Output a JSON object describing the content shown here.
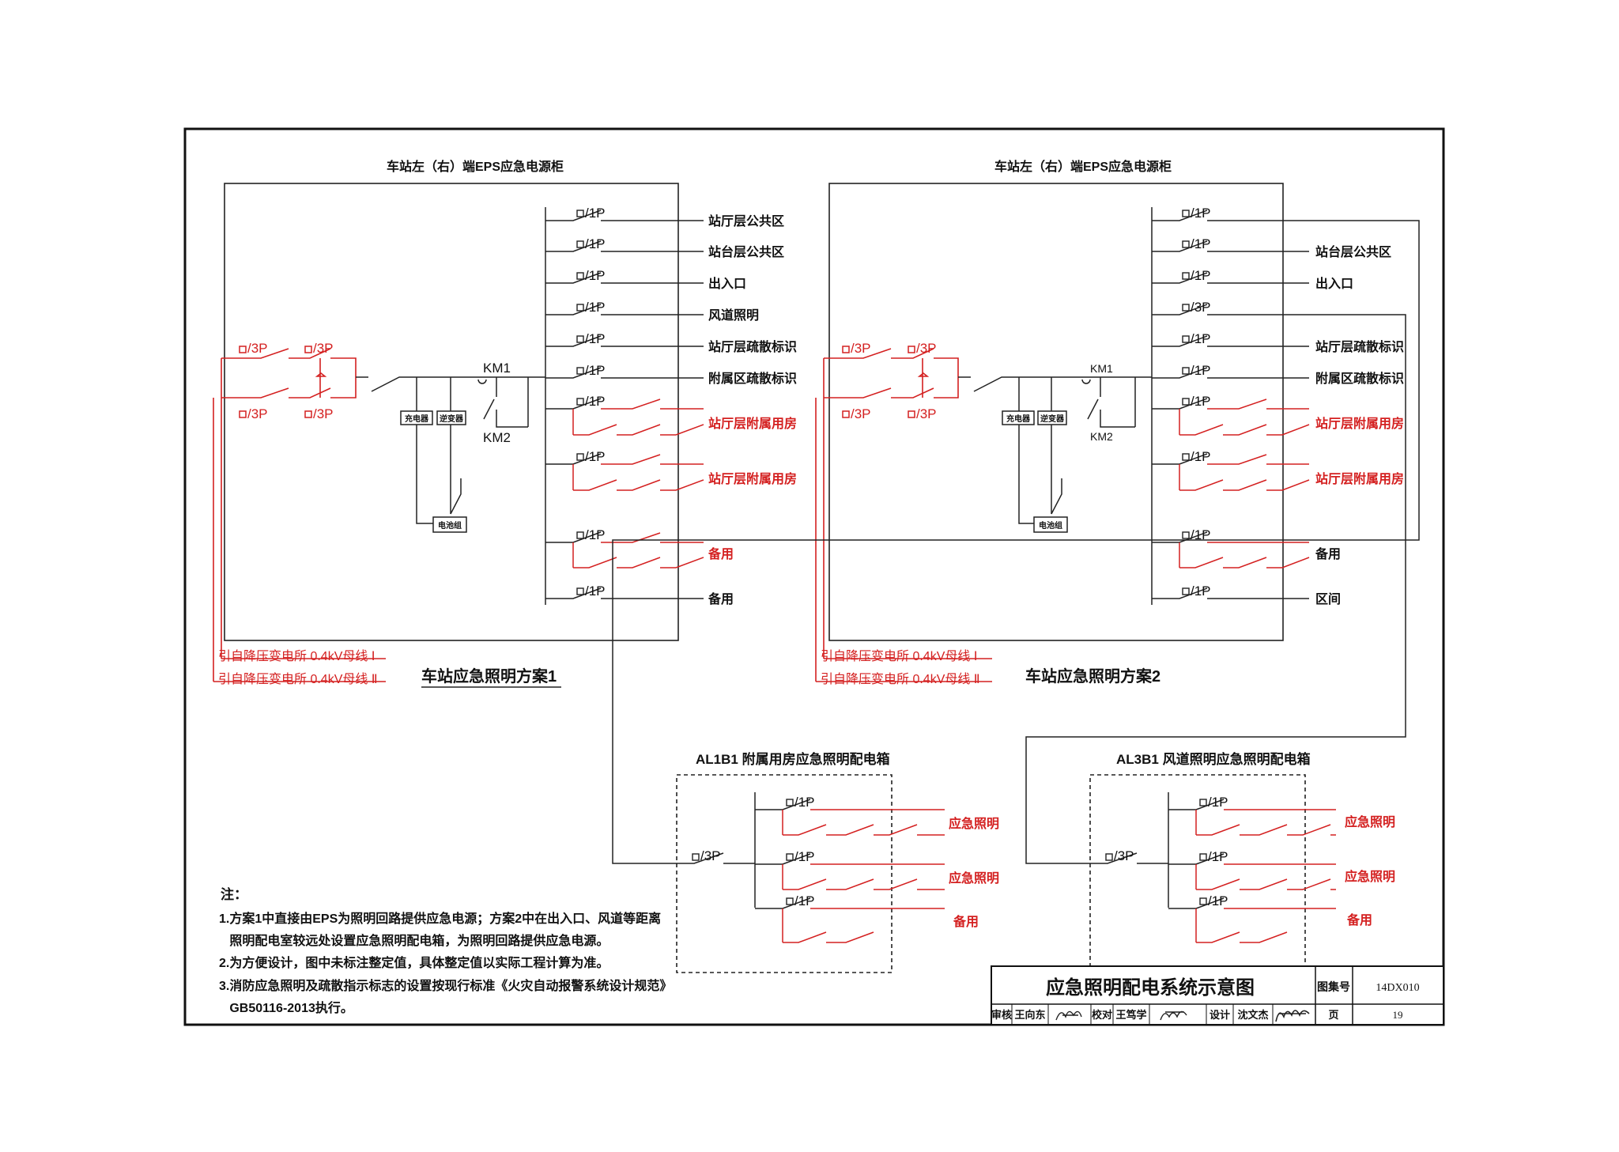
{
  "colors": {
    "ink": "#111111",
    "red": "#d42020",
    "paper": "#ffffff"
  },
  "scheme1": {
    "cabinet_title": "车站左（右）端EPS应急电源柜",
    "scheme_label": "车站应急照明方案1",
    "breaker_3p": "/3P",
    "breaker_1p": "/1P",
    "km1": "KM1",
    "km2": "KM2",
    "charger": "充电器",
    "inverter": "逆变器",
    "battery": "电池组",
    "source1": "引自降压变电所  0.4kV母线 Ⅰ",
    "source2": "引自降压变电所  0.4kV母线 Ⅱ",
    "circuits": [
      "站厅层公共区",
      "站台层公共区",
      "出入口",
      "风道照明",
      "站厅层疏散标识",
      "附属区疏散标识",
      "站厅层附属用房",
      "站厅层附属用房",
      "备用",
      "备用"
    ]
  },
  "scheme2": {
    "cabinet_title": "车站左（右）端EPS应急电源柜",
    "scheme_label": "车站应急照明方案2",
    "breaker_3p": "/3P",
    "breaker_1p": "/1P",
    "km1": "KM1",
    "km2": "KM2",
    "charger": "充电器",
    "inverter": "逆变器",
    "battery": "电池组",
    "source1": "引自降压变电所  0.4kV母线 Ⅰ",
    "source2": "引自降压变电所  0.4kV母线 Ⅱ",
    "circuits": [
      "",
      "站台层公共区",
      "出入口",
      "",
      "站厅层疏散标识",
      "附属区疏散标识",
      "站厅层附属用房",
      "站厅层附属用房",
      "备用",
      "区间"
    ]
  },
  "al1b1": {
    "title": "AL1B1  附属用房应急照明配电箱",
    "in_breaker": "/3P",
    "breaker_1p": "/1P",
    "circuits": [
      "应急照明",
      "应急照明",
      "备用"
    ]
  },
  "al3b1": {
    "title": "AL3B1  风道照明应急照明配电箱",
    "in_breaker": "/3P",
    "breaker_1p": "/1P",
    "circuits": [
      "应急照明",
      "应急照明",
      "备用"
    ]
  },
  "notes": {
    "heading": "注：",
    "lines": [
      "1.方案1中直接由EPS为照明回路提供应急电源；方案2中在出入口、风道等距离",
      "   照明配电室较远处设置应急照明配电箱，为照明回路提供应急电源。",
      "2.为方便设计，图中未标注整定值，具体整定值以实际工程计算为准。",
      "3.消防应急照明及疏散指示标志的设置按现行标准《火灾自动报警系统设计规范》",
      "   GB50116-2013执行。"
    ]
  },
  "title_block": {
    "title": "应急照明配电系统示意图",
    "atlas_label": "图集号",
    "atlas_no": "14DX010",
    "review_label": "审核",
    "reviewer": "王向东",
    "check_label": "校对",
    "checker": "王笃学",
    "design_label": "设计",
    "designer": "沈文杰",
    "page_label": "页",
    "page_no": "19"
  }
}
